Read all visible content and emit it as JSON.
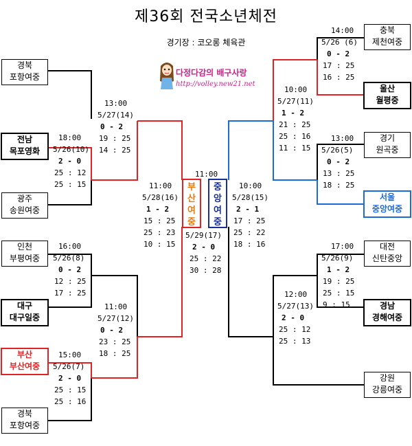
{
  "title": "제36회  전국소년체전",
  "venue": "경기장 : 코오롱 체육관",
  "watermark": {
    "text": "다정다감의 배구사랑",
    "url": "http://volley.new21.net"
  },
  "teams": {
    "gyeongbuk1": [
      "경북",
      "포항여중"
    ],
    "jeonnam": [
      "전남",
      "목포영화"
    ],
    "gwangju": [
      "광주",
      "송원여중"
    ],
    "incheon": [
      "인천",
      "부평여중"
    ],
    "daegu": [
      "대구",
      "대구일중"
    ],
    "busan": [
      "부산",
      "부산여중"
    ],
    "gyeongbuk2": [
      "경북",
      "포항여중"
    ],
    "chungbuk": [
      "충북",
      "제천여중"
    ],
    "ulsan": [
      "울산",
      "월평중"
    ],
    "gyeonggi": [
      "경기",
      "원곡중"
    ],
    "seoul": [
      "서울",
      "중앙여중"
    ],
    "daejeon": [
      "대전",
      "신탄중앙"
    ],
    "gyeongnam": [
      "경남",
      "경해여중"
    ],
    "gangwon": [
      "강원",
      "강릉여중"
    ]
  },
  "matches": {
    "m_left1": {
      "time": "18:00",
      "date": "5/26(10)",
      "score": "2 - 0",
      "sets": [
        "25 : 12",
        "25 : 15"
      ]
    },
    "m_left2": {
      "time": "13:00",
      "date": "5/27(14)",
      "score": "0 - 2",
      "sets": [
        "19 : 25",
        "14 : 25"
      ]
    },
    "m_left3": {
      "time": "16:00",
      "date": "5/26(8)",
      "score": "0 - 2",
      "sets": [
        "12 : 25",
        "17 : 25"
      ]
    },
    "m_left4": {
      "time": "11:00",
      "date": "5/27(12)",
      "score": "0 - 2",
      "sets": [
        "23 : 25",
        "18 : 25"
      ]
    },
    "m_left5": {
      "time": "15:00",
      "date": "5/26(7)",
      "score": "2 - 0",
      "sets": [
        "25 : 15",
        "25 : 16"
      ]
    },
    "m_lsemi": {
      "time": "11:00",
      "date": "5/28(16)",
      "score": "1 - 2",
      "sets": [
        "15 : 25",
        "25 : 23",
        "10 : 15"
      ]
    },
    "m_final": {
      "time": "11:00",
      "date": "5/29(17)",
      "score": "2 - 0",
      "sets": [
        "25 : 22",
        "30 : 28"
      ]
    },
    "m_rsemi": {
      "time": "10:00",
      "date": "5/28(15)",
      "score": "2 - 1",
      "sets": [
        "17 : 25",
        "25 : 22",
        "18 : 16"
      ]
    },
    "m_right1": {
      "time": "14:00",
      "date": "5/26 (6)",
      "score": "0 - 2",
      "sets": [
        "17 : 25",
        "16 : 25"
      ]
    },
    "m_right2": {
      "time": "10:00",
      "date": "5/27(11)",
      "score": "1 - 2",
      "sets": [
        "21 : 25",
        "25 : 16",
        "11 : 15"
      ]
    },
    "m_right3": {
      "time": "13:00",
      "date": "5/26(5)",
      "score": "0 - 2",
      "sets": [
        "13 : 25",
        "18 : 25"
      ]
    },
    "m_right4": {
      "time": "17:00",
      "date": "5/26(9)",
      "score": "1 - 2",
      "sets": [
        "19 : 25",
        "25 : 15",
        "9 : 15"
      ]
    },
    "m_right5": {
      "time": "12:00",
      "date": "5/27(13)",
      "score": "2 - 0",
      "sets": [
        "25 : 12",
        "25 : 13"
      ]
    }
  },
  "finalists": {
    "left": [
      "부",
      "산",
      "여",
      "중"
    ],
    "right": [
      "중",
      "앙",
      "여",
      "중"
    ]
  }
}
